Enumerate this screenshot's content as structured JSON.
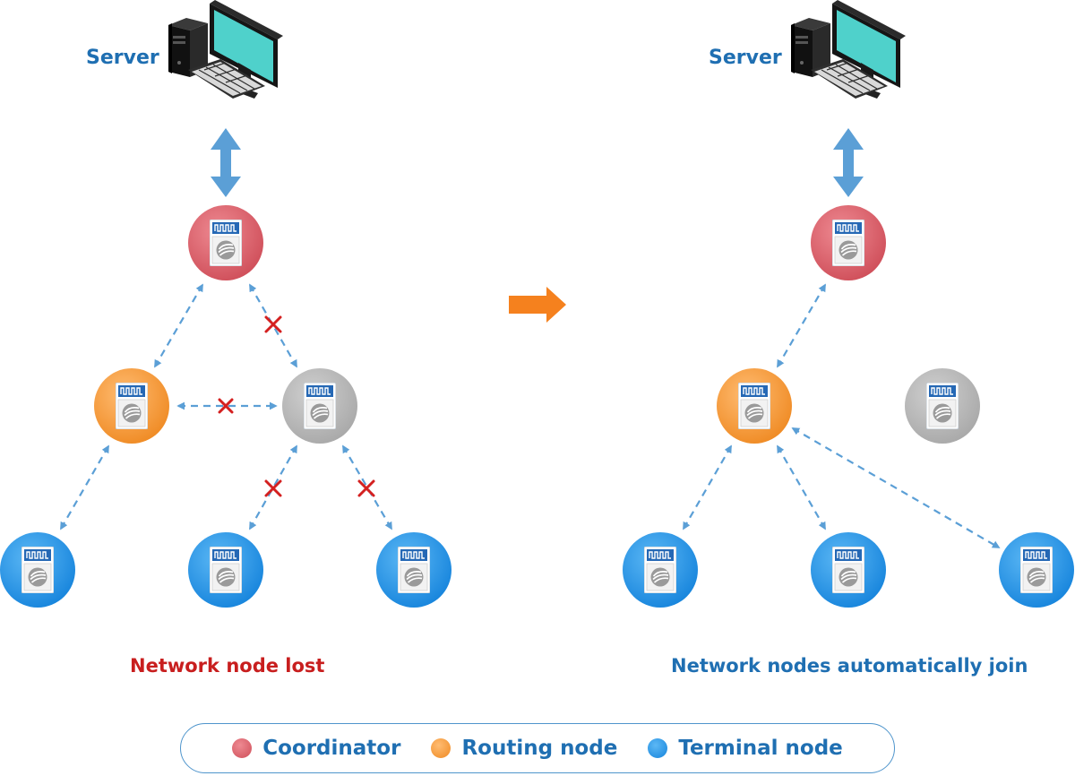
{
  "left_panel": {
    "server_label": "Server",
    "caption": "Network node lost"
  },
  "right_panel": {
    "server_label": "Server",
    "caption": "Network nodes automatically join"
  },
  "legend": [
    {
      "label": "Coordinator",
      "color": "#d9606a"
    },
    {
      "label": "Routing node",
      "color": "#f39a3d"
    },
    {
      "label": "Terminal node",
      "color": "#2f9ae8"
    }
  ],
  "colors": {
    "coordinator": "#d9606a",
    "routing": "#f39a3d",
    "terminal": "#2f9ae8",
    "lost": "#b3b3b3",
    "link": "#5b9fd6",
    "cut_mark": "#d42020",
    "transition_arrow": "#f5811e"
  }
}
